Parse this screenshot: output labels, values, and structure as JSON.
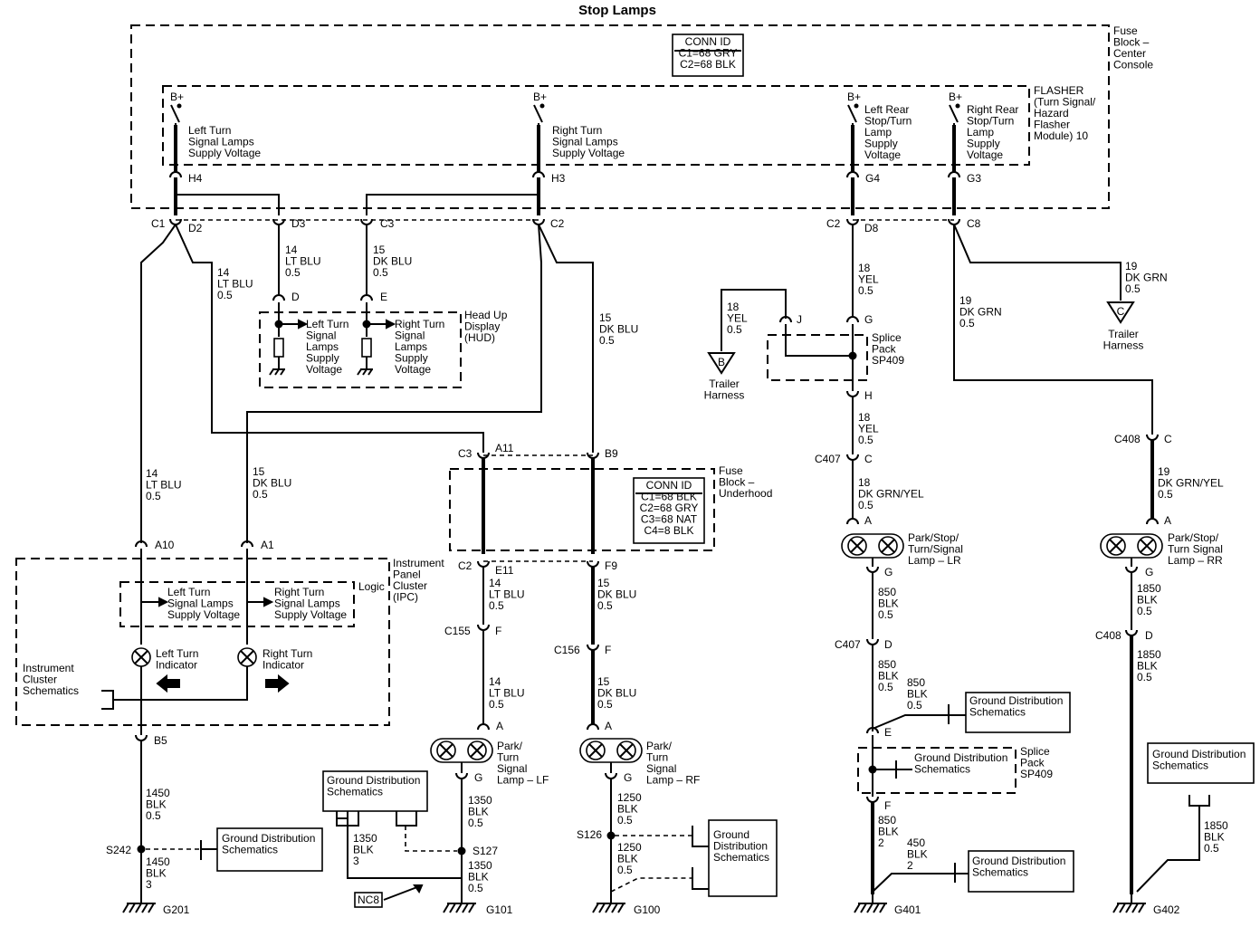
{
  "title": "Stop Lamps",
  "fuse_block_center": {
    "label": [
      "Fuse",
      "Block –",
      "Center",
      "Console"
    ],
    "conn_id": [
      "CONN ID",
      "C1=68 GRY",
      "C2=68 BLK"
    ]
  },
  "flasher": {
    "label": [
      "FLASHER",
      "(Turn Signal/",
      "Hazard",
      "Flasher",
      "Module) 10"
    ]
  },
  "b_plus": "B+",
  "supplies": {
    "left_turn": [
      "Left Turn",
      "Signal Lamps",
      "Supply Voltage"
    ],
    "right_turn": [
      "Right Turn",
      "Signal Lamps",
      "Supply Voltage"
    ],
    "left_rear": [
      "Left Rear",
      "Stop/Turn",
      "Lamp",
      "Supply",
      "Voltage"
    ],
    "right_rear": [
      "Right Rear",
      "Stop/Turn",
      "Lamp",
      "Supply",
      "Voltage"
    ]
  },
  "pins": {
    "h4": "H4",
    "h3": "H3",
    "g4": "G4",
    "g3": "G3",
    "c1": "C1",
    "d2": "D2",
    "d3": "D3",
    "c3": "C3",
    "c2": "C2",
    "c2b": "C2",
    "d8": "D8",
    "c8": "C8",
    "d": "D",
    "e": "E",
    "j": "J",
    "g": "G",
    "h": "H",
    "c3b": "C3",
    "a11": "A11",
    "b9": "B9",
    "c2c": "C2",
    "e11": "E11",
    "f9": "F9",
    "a10": "A10",
    "a1": "A1",
    "b5": "B5",
    "c155": "C155",
    "f1": "F",
    "c156": "C156",
    "f2": "F",
    "a_lf": "A",
    "g_lf": "G",
    "a_rf": "A",
    "g_rf": "G",
    "c407a": "C407",
    "c_407": "C",
    "a_lr": "A",
    "g_lr": "G",
    "c407b": "C407",
    "d_407": "D",
    "e_sp": "E",
    "f_sp": "F",
    "c408a": "C408",
    "c_408": "C",
    "a_rr": "A",
    "g_rr": "G",
    "c408b": "C408",
    "d_408": "D"
  },
  "wires": {
    "w14_ltblu": [
      "14",
      "LT BLU",
      "0.5"
    ],
    "w15_dkblu": [
      "15",
      "DK BLU",
      "0.5"
    ],
    "w18_yel": [
      "18",
      "YEL",
      "0.5"
    ],
    "w19_dkgrn": [
      "19",
      "DK GRN",
      "0.5"
    ],
    "w18_dkgrnyel": [
      "18",
      "DK GRN/YEL",
      "0.5"
    ],
    "w19_dkgrnyel": [
      "19",
      "DK GRN/YEL",
      "0.5"
    ],
    "w850_blk": [
      "850",
      "BLK",
      "0.5"
    ],
    "w850_blk2": [
      "850",
      "BLK",
      "2"
    ],
    "w450_blk2": [
      "450",
      "BLK",
      "2"
    ],
    "w1850_blk": [
      "1850",
      "BLK",
      "0.5"
    ],
    "w1450_blk": [
      "1450",
      "BLK",
      "0.5"
    ],
    "w1450_blk3": [
      "1450",
      "BLK",
      "3"
    ],
    "w1350_blk": [
      "1350",
      "BLK",
      "0.5"
    ],
    "w1350_blk3": [
      "1350",
      "BLK",
      "3"
    ],
    "w1250_blk": [
      "1250",
      "BLK",
      "0.5"
    ]
  },
  "hud": {
    "label": [
      "Head Up",
      "Display",
      "(HUD)"
    ],
    "left": [
      "Left Turn",
      "Signal",
      "Lamps",
      "Supply",
      "Voltage"
    ],
    "right": [
      "Right Turn",
      "Signal",
      "Lamps",
      "Supply",
      "Voltage"
    ]
  },
  "trailer_b": {
    "letter": "B",
    "label": [
      "Trailer",
      "Harness"
    ]
  },
  "trailer_c": {
    "letter": "C",
    "label": [
      "Trailer",
      "Harness"
    ]
  },
  "splice_sp409": [
    "Splice",
    "Pack",
    "SP409"
  ],
  "fuse_block_underhood": {
    "label": [
      "Fuse",
      "Block –",
      "Underhood"
    ],
    "conn_id": [
      "CONN ID",
      "C1=68 BLK",
      "C2=68 GRY",
      "C3=68 NAT",
      "C4=8 BLK"
    ]
  },
  "ipc": {
    "label": [
      "Instrument",
      "Panel",
      "Cluster",
      "(IPC)"
    ],
    "logic": "Logic",
    "left_supply": [
      "Left Turn",
      "Signal Lamps",
      "Supply Voltage"
    ],
    "right_supply": [
      "Right Turn",
      "Signal Lamps",
      "Supply Voltage"
    ],
    "left_ind": [
      "Left Turn",
      "Indicator"
    ],
    "right_ind": [
      "Right Turn",
      "Indicator"
    ],
    "schem": [
      "Instrument",
      "Cluster",
      "Schematics"
    ]
  },
  "lamps": {
    "lf": [
      "Park/",
      "Turn",
      "Signal",
      "Lamp – LF"
    ],
    "rf": [
      "Park/",
      "Turn",
      "Signal",
      "Lamp – RF"
    ],
    "lr": [
      "Park/Stop/",
      "Turn/Signal",
      "Lamp – LR"
    ],
    "rr": [
      "Park/Stop/",
      "Turn Signal",
      "Lamp – RR"
    ]
  },
  "ground_dist": [
    "Ground Distribution",
    "Schematics"
  ],
  "ground_dist_s126": [
    "Ground",
    "Distribution",
    "Schematics"
  ],
  "splices": {
    "s242": "S242",
    "s127": "S127",
    "s126": "S126"
  },
  "grounds": {
    "g201": "G201",
    "g101": "G101",
    "g100": "G100",
    "g401": "G401",
    "g402": "G402"
  },
  "nc8": "NC8"
}
